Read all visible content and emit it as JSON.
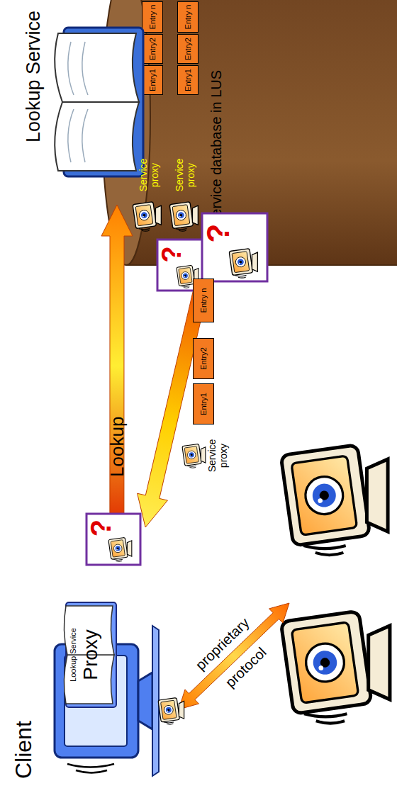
{
  "diagram": {
    "nodes": [
      {
        "text": [
          "Client"
        ]
      },
      {
        "text": [
          "Lookup Service",
          "Proxy"
        ],
        "in": 0
      },
      {
        "text": [
          "Lookup Service"
        ]
      },
      {
        "text": [
          "Service database in LUS"
        ],
        "in": 2
      },
      {
        "text": [
          "Entry1"
        ],
        "in": 3
      },
      {
        "text": [
          "Entry2"
        ],
        "in": 3
      },
      {
        "text": [
          "Entry n"
        ],
        "in": 3
      },
      {
        "text": [
          "Entry1"
        ],
        "in": 3
      },
      {
        "text": [
          "Entry2"
        ],
        "in": 3
      },
      {
        "text": [
          "Entry n"
        ],
        "in": 3
      },
      {
        "text": [
          "Entry1"
        ]
      },
      {
        "text": [
          "Entry2"
        ]
      },
      {
        "text": [
          "Entry n"
        ]
      }
    ],
    "edges": [
      {
        "from": 0,
        "to": 2,
        "arrow": "to",
        "label": "Lookup"
      },
      {
        "from": 3,
        "to": 0,
        "arrow": "to"
      }
    ],
    "labels": [
      "proprietary",
      "protocol",
      "Service proxy",
      "Service proxy",
      "Service proxy",
      "?",
      "?",
      "?"
    ]
  }
}
